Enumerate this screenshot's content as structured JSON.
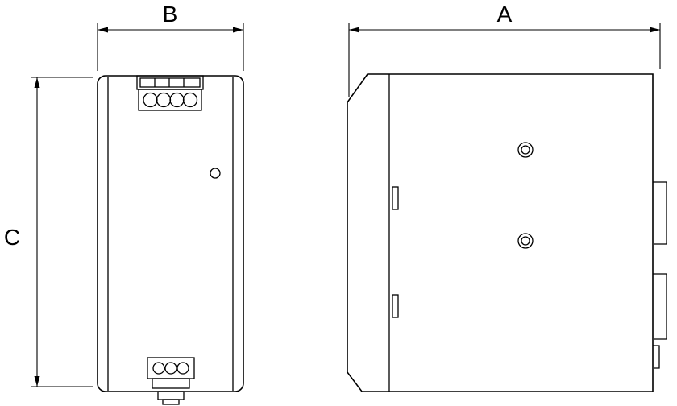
{
  "dimension_labels": {
    "a": "A",
    "b": "B",
    "c": "C"
  },
  "colors": {
    "line": "#000000",
    "background": "#ffffff"
  }
}
